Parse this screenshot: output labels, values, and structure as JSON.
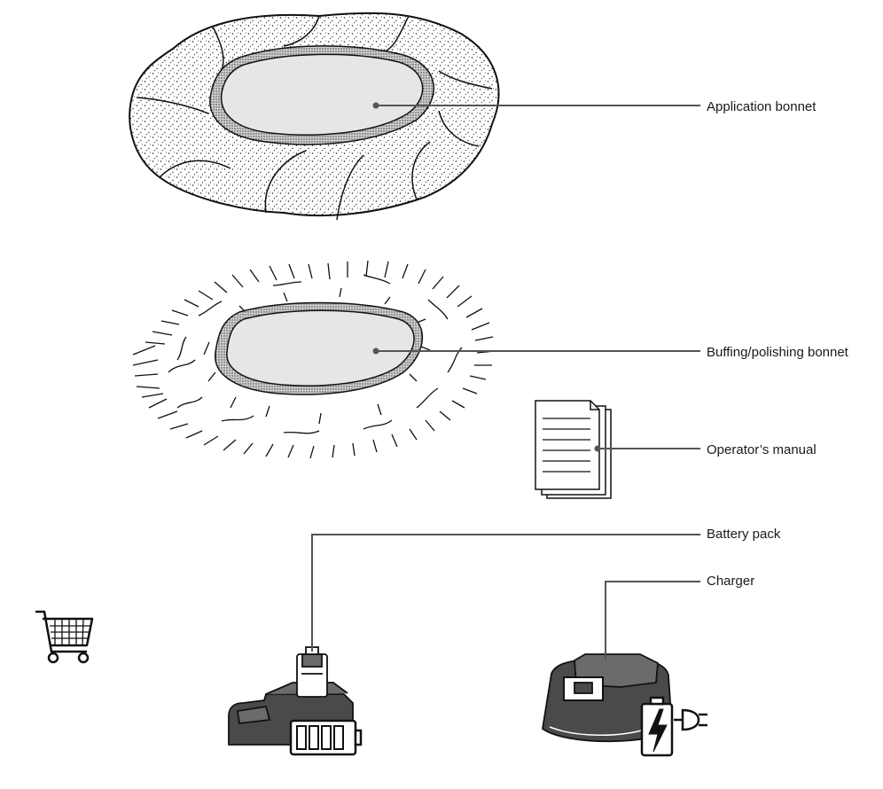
{
  "labels": {
    "application_bonnet": "Application bonnet",
    "buffing_bonnet": "Buffing/polishing bonnet",
    "operators_manual": "Operator’s manual",
    "battery_pack": "Battery pack",
    "charger": "Charger"
  },
  "colors": {
    "line": "#555555",
    "stroke": "#111111",
    "pad_fill": "#e6e6e6",
    "dark_body": "#4a4a4a",
    "mid_body": "#6b6b6b"
  },
  "icons": {
    "cart": "shopping-cart-icon",
    "battery_level": "battery-full-icon",
    "charging": "charging-bolt-icon",
    "plug": "power-plug-icon"
  }
}
